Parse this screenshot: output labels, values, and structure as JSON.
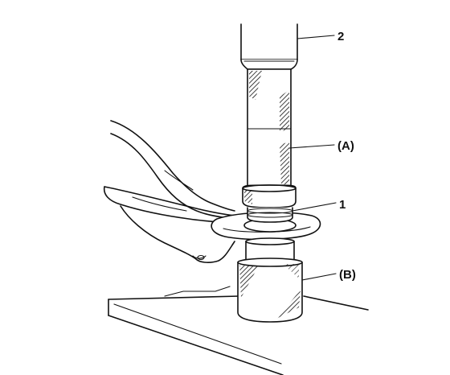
{
  "callouts": {
    "c2": "2",
    "cA": "(A)",
    "c1": "1",
    "cB": "(B)"
  },
  "colors": {
    "ink": "#111111",
    "background": "#ffffff"
  }
}
